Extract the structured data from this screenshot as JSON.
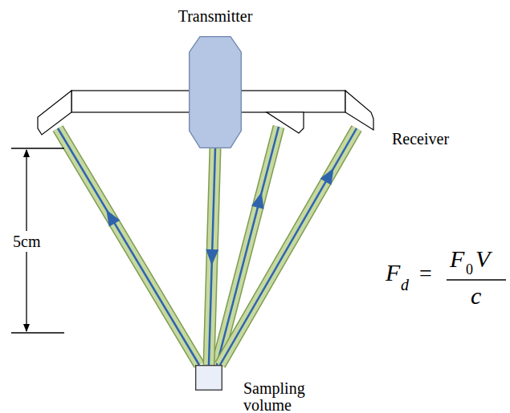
{
  "diagram": {
    "nodes": [
      {
        "text": [
          "Transmitter"
        ]
      },
      {
        "text": [
          "Sampling volume"
        ]
      }
    ],
    "edges": [
      {
        "from": 0,
        "to": 1,
        "arrow": "to"
      }
    ],
    "labels": [
      "Receiver",
      "5cm",
      "F",
      "d",
      "=",
      "F",
      "0",
      "V",
      "c"
    ]
  }
}
